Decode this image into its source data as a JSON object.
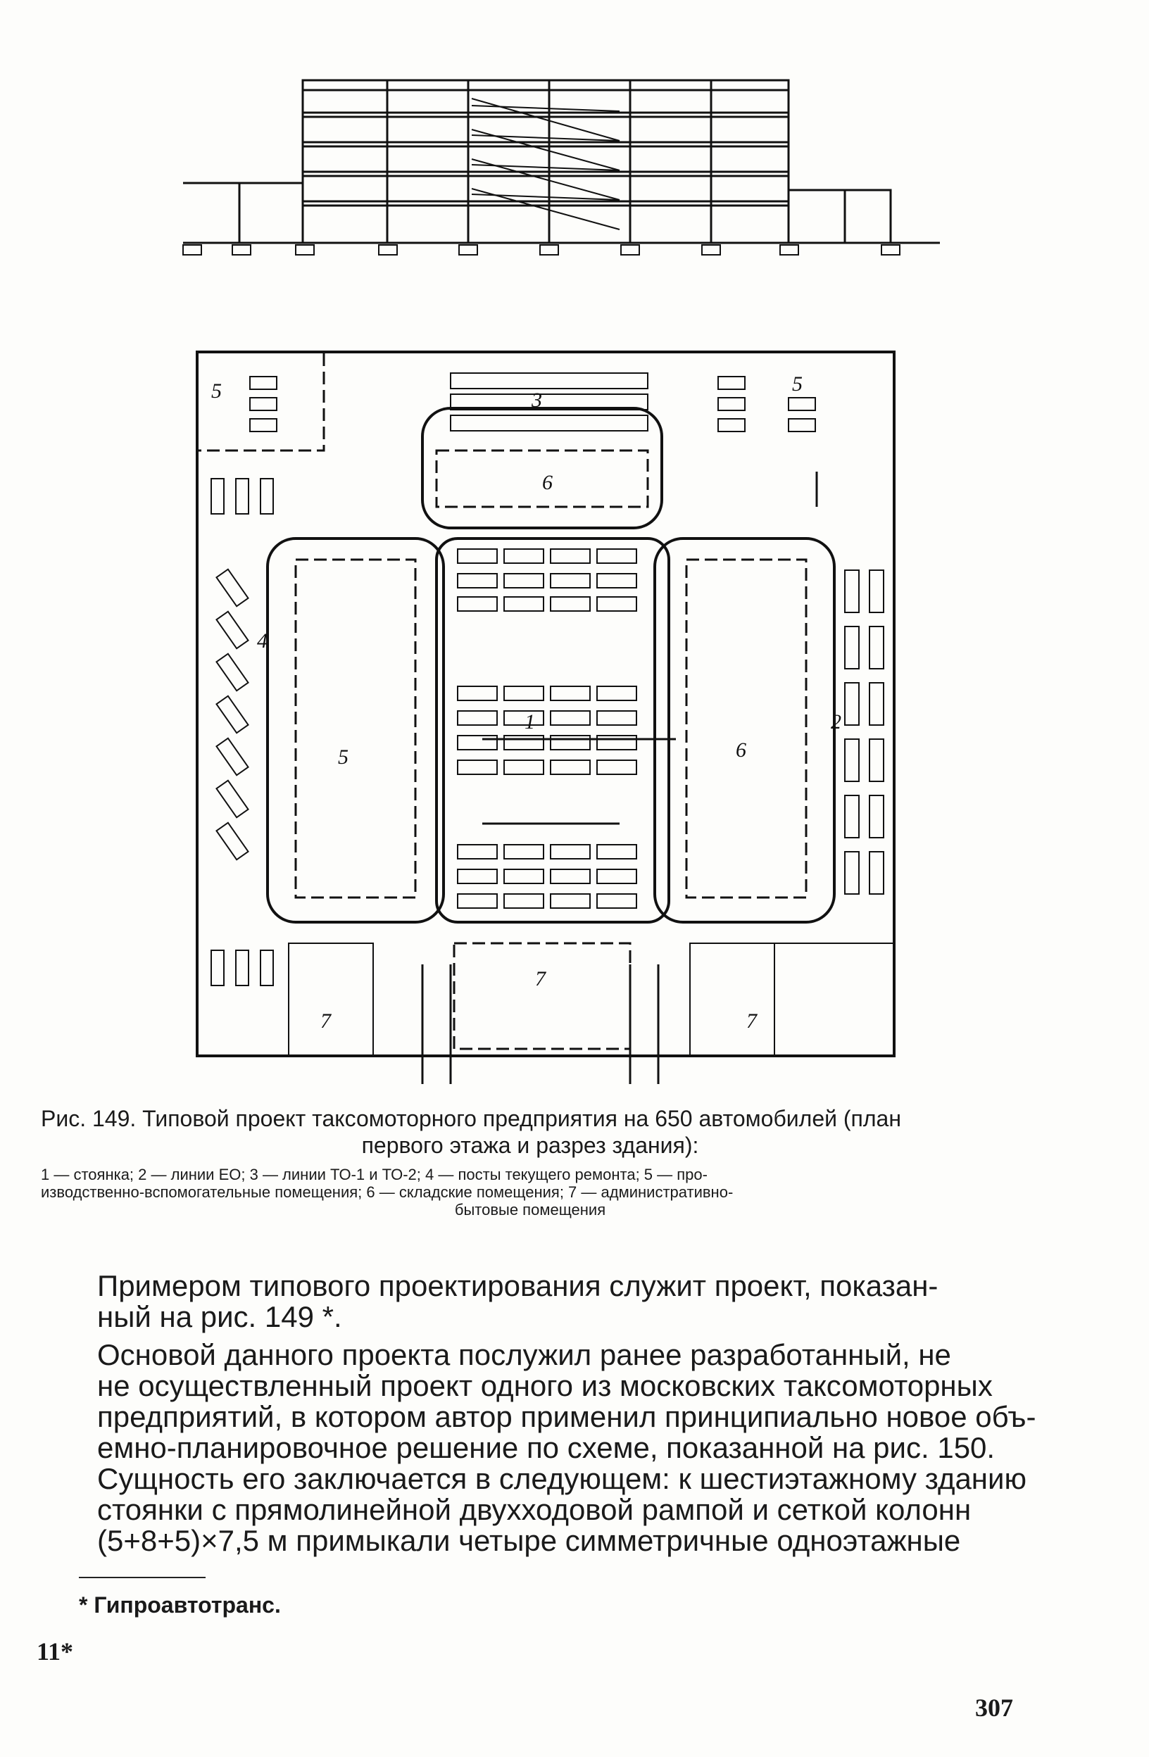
{
  "figure": {
    "plan_labels": {
      "zone5_tl": "5",
      "zone5_tr": "5",
      "zone3": "3",
      "zone6_top": "6",
      "zone4": "4",
      "zone5_mid": "5",
      "zone1": "1",
      "zone2": "2",
      "zone6_right": "6",
      "zone7_left": "7",
      "zone7_center": "7",
      "zone7_right": "7"
    },
    "caption_line1": "Рис. 149. Типовой проект таксомоторного предприятия на 650 автомобилей (план",
    "caption_line2": "первого этажа и разрез здания):",
    "legend_line1": "1 — стоянка;  2 — линии ЕО;  3 — линии ТО-1 и ТО-2;  4 — посты текущего ремонта;  5 — про-",
    "legend_line2": "изводственно-вспомогательные помещения;  6 — складские помещения;  7 — административно-",
    "legend_line3": "бытовые помещения"
  },
  "body": {
    "para1": [
      "Примером типового проектирования служит проект, показан-",
      "ный на рис. 149 *."
    ],
    "para2": [
      "Основой данного проекта послужил ранее разработанный, не",
      "не осуществленный проект одного из московских таксомоторных",
      "предприятий, в котором автор применил принципиально новое объ-",
      "емно-планировочное решение по схеме, показанной на рис. 150.",
      "Сущность его заключается в следующем: к шестиэтажному зданию",
      "стоянки с прямолинейной двухходовой рампой и сеткой колонн",
      "(5+8+5)×7,5 м примыкали четыре симметричные одноэтажные"
    ]
  },
  "footnote": "* Гипроавтотранс.",
  "signature": "11*",
  "page_number": "307"
}
